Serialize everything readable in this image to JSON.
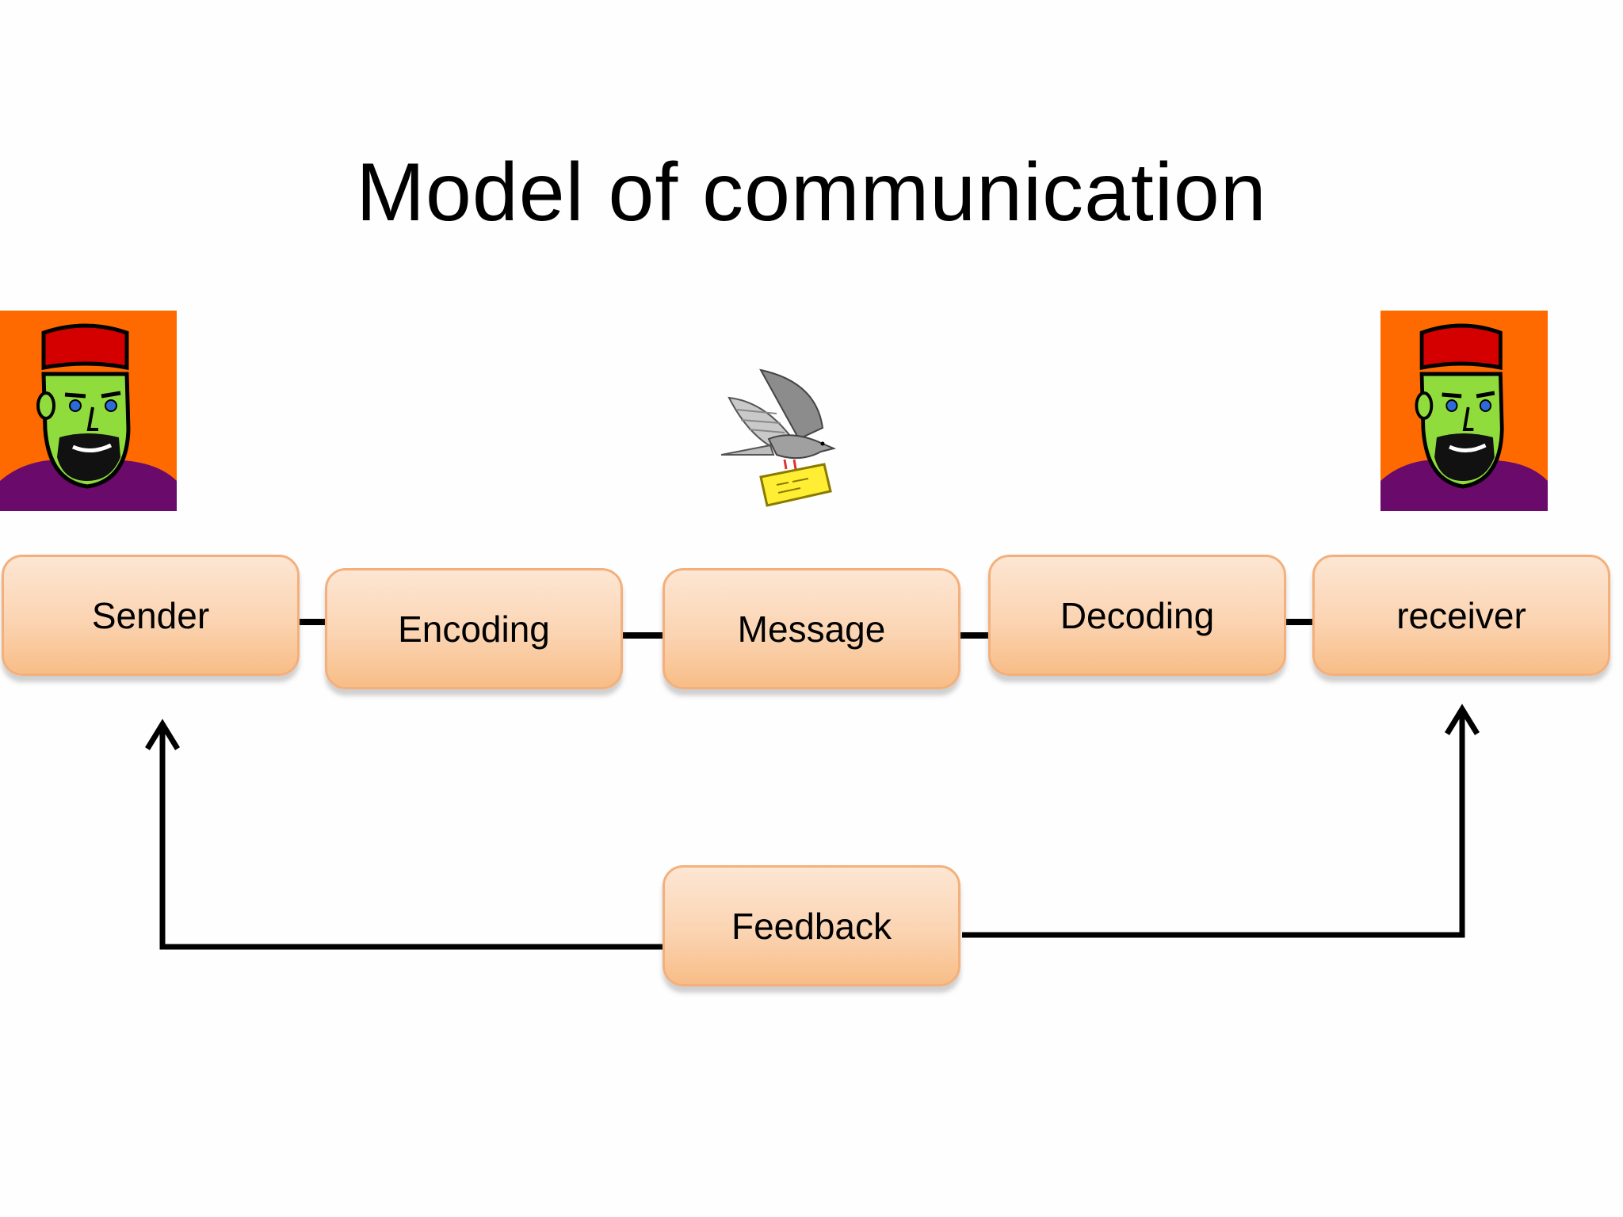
{
  "title": "Model of communication",
  "nodes": {
    "sender": "Sender",
    "encoding": "Encoding",
    "message": "Message",
    "decoding": "Decoding",
    "receiver": "receiver",
    "feedback": "Feedback"
  },
  "colors": {
    "box_top": "#fde6d3",
    "box_bottom": "#f8bd87",
    "box_border": "#f3b07c",
    "face_background": "#ff6a00",
    "face_skin": "#8fdc3c",
    "hat": "#d40000",
    "shirt": "#6a0a6a",
    "lines": "#000000"
  },
  "icons": {
    "sender_avatar": "bearded-man-fez-icon",
    "receiver_avatar": "bearded-man-fez-icon",
    "message_carrier": "carrier-pigeon-envelope-icon"
  }
}
